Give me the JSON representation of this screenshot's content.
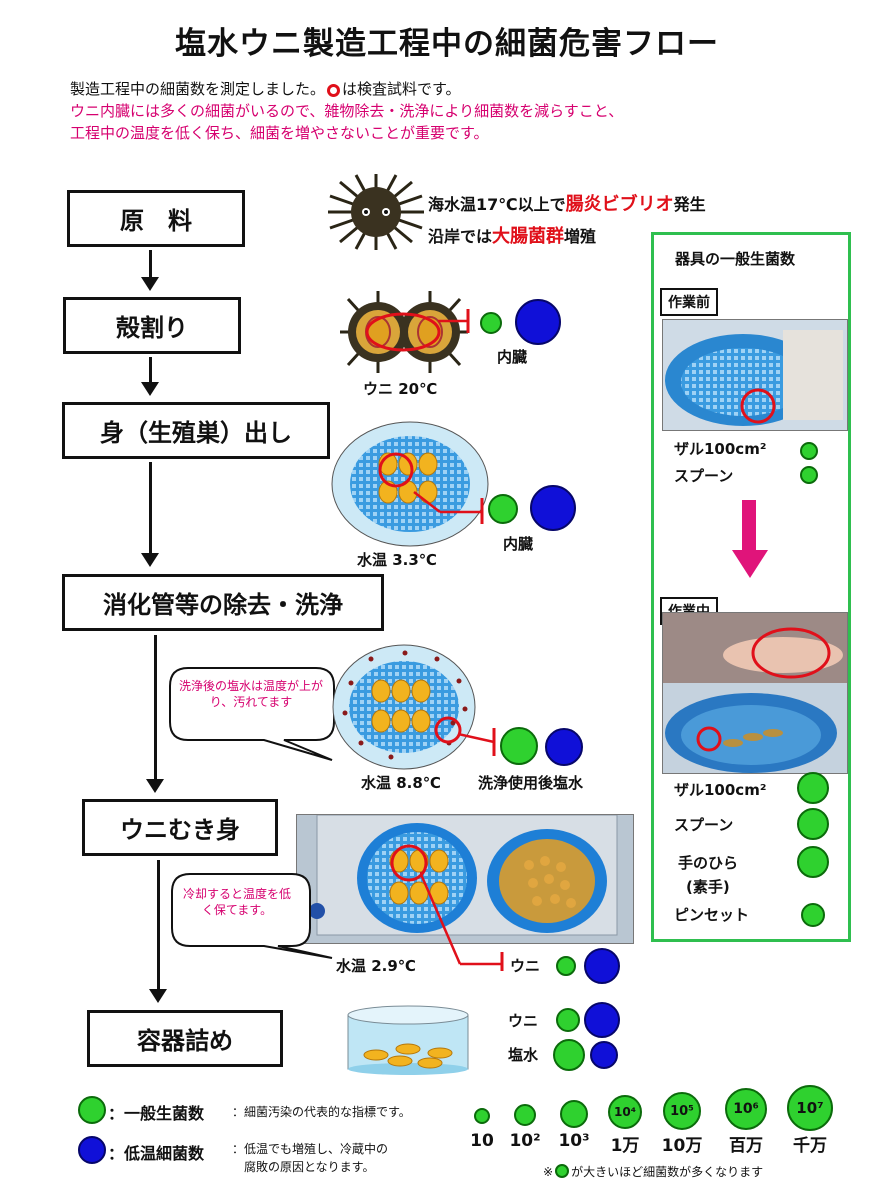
{
  "title": "塩水ウニ製造工程中の細菌危害フロー",
  "intro": {
    "line1_a": "製造工程中の細菌数を測定しました。",
    "line1_b": "は検査試料です。",
    "line2": "ウニ内臓には多くの細菌がいるので、雑物除去・洗浄により細菌数を減らすこと、",
    "line3": "工程中の温度を低く保ち、細菌を増やさないことが重要です。"
  },
  "steps": [
    "原　料",
    "殻割り",
    "身（生殖巣）出し",
    "消化管等の除去・洗浄",
    "ウニむき身",
    "容器詰め"
  ],
  "raw_notes": {
    "line1_a": "海水温17℃以上で",
    "line1_b": "腸炎ビブリオ",
    "line1_c": "発生",
    "line2_a": "沿岸では",
    "line2_b": "大腸菌群",
    "line2_c": "増殖"
  },
  "samples": {
    "shell_temp": "ウニ 20℃",
    "shell_target": "内臓",
    "body_temp": "水温 3.3℃",
    "body_target": "内臓",
    "wash_temp": "水温 8.8℃",
    "wash_target": "洗浄使用後塩水",
    "wash_note": "洗浄後の塩水は温度が上がり、汚れてます",
    "peel_temp": "水温 2.9℃",
    "peel_target": "ウニ",
    "peel_note": "冷却すると温度を低く保てます。",
    "pack_uni": "ウニ",
    "pack_brine": "塩水"
  },
  "panel": {
    "title": "器具の一般生菌数",
    "before": "作業前",
    "during": "作業中",
    "before_items": [
      "ザル100cm²",
      "スプーン"
    ],
    "during_items": [
      "ザル100cm²",
      "スプーン",
      "手のひら",
      "(素手)",
      "ピンセット"
    ]
  },
  "legend": {
    "green_label": "：一般生菌数",
    "green_desc": "：細菌汚染の代表的な指標です。",
    "blue_label": "：低温細菌数",
    "blue_desc_1": "：低温でも増殖し、冷蔵中の",
    "blue_desc_2": "腐敗の原因となります。",
    "scale": [
      "10",
      "10²",
      "10³",
      "1万",
      "10万",
      "百万",
      "千万"
    ],
    "scale_in": [
      "10⁴",
      "10⁵",
      "10⁶",
      "10⁷"
    ],
    "footnote_a": "※",
    "footnote_b": "が大きいほど細菌数が多くなります"
  },
  "colors": {
    "green": "#2fd12f",
    "blue": "#1010d8",
    "red": "#e0101a",
    "pink": "#d6006f",
    "panel_border": "#2fbf4f"
  }
}
